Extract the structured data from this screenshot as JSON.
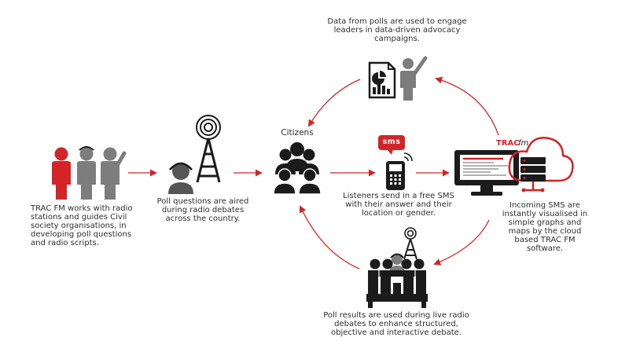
{
  "colors": {
    "accent": "#d42428",
    "dark": "#1b1b1b",
    "gray": "#7d7d7d"
  },
  "icons": [
    "people-group-icon",
    "radio-presenter-icon",
    "citizens-group-icon",
    "sms-phone-icon",
    "computer-server-cloud-icon",
    "report-presenter-icon",
    "radio-debate-table-icon",
    "radio-tower-icon"
  ],
  "labels": {
    "citizens": "Citizens",
    "sms_badge": "SMS",
    "brand_trac": "TRAC",
    "brand_fm": "fm"
  },
  "captions": {
    "step1": "TRAC FM works with radio stations and guides Civil society organisations,  in developing poll questions and radio scripts.",
    "step2": "Poll questions are aired during radio debates across the country.",
    "step3": "Listeners send in a free SMS with their answer and their location or gender.",
    "step4": "Incoming SMS are instantly visualised in simple graphs and maps by the cloud based TRAC FM software.",
    "step5": "Data from polls are used to engage leaders in data-driven advocacy campaigns.",
    "step6": "Poll results are used during live radio debates to enhance structured, objective and interactive debate."
  }
}
